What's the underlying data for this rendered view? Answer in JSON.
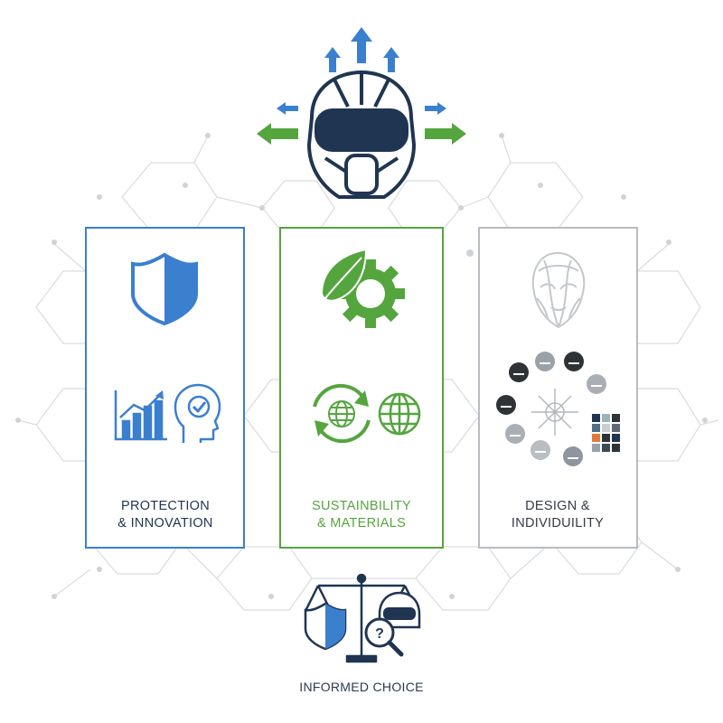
{
  "colors": {
    "blue": "#3b7fcf",
    "navy": "#1f3552",
    "green": "#55a53f",
    "gray": "#9aa1a8",
    "network": "#d6d9dc"
  },
  "panels": [
    {
      "line1": "PROTECTION",
      "line2": "& INNOVATION",
      "icons": [
        "shield-icon",
        "growth-chart-icon",
        "mind-check-icon"
      ]
    },
    {
      "line1": "SUSTAINBILITY",
      "line2": "& MATERIALS",
      "icons": [
        "leaf-gear-icon",
        "recycle-globe-icon",
        "globe-icon"
      ]
    },
    {
      "line1": "DESIGN &",
      "line2": "INDIVIDUILITY",
      "icons": [
        "face-mask-icon",
        "helmet-circle-icon",
        "color-swatch-icon"
      ]
    }
  ],
  "top_icon": "helmet-with-arrows-icon",
  "bottom": {
    "caption": "INFORMED CHOICE",
    "icon": "scale-helmet-question-icon"
  }
}
